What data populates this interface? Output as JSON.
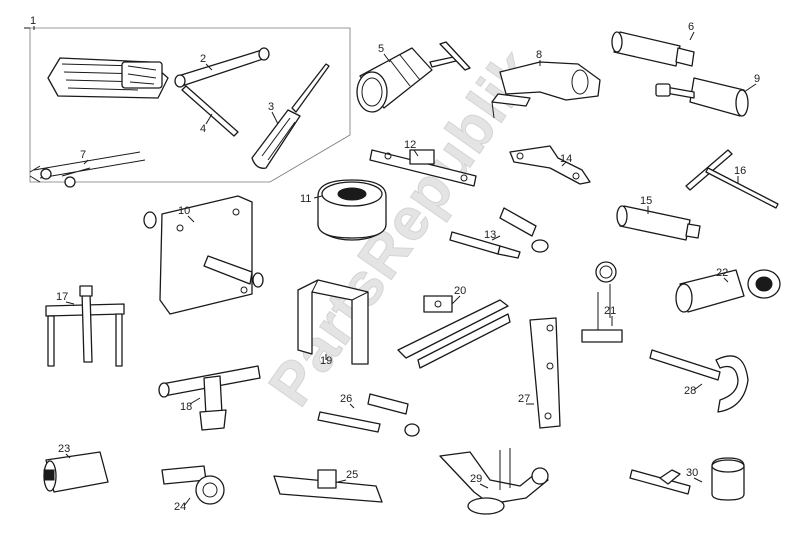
{
  "watermark": "PartsRepublik",
  "part_numbers": {
    "p1": "1",
    "p2": "2",
    "p3": "3",
    "p4": "4",
    "p5": "5",
    "p6": "6",
    "p7": "7",
    "p8": "8",
    "p9": "9",
    "p10": "10",
    "p11": "11",
    "p12": "12",
    "p13": "13",
    "p14": "14",
    "p15": "15",
    "p16": "16",
    "p17": "17",
    "p18": "18",
    "p19": "19",
    "p20": "20",
    "p21": "21",
    "p22": "22",
    "p23": "23",
    "p24": "24",
    "p25": "25",
    "p26": "26",
    "p27": "27",
    "p28": "28",
    "p29": "29",
    "p30": "30"
  },
  "icons": [
    "tool-pouch-icon",
    "box-wrench-icon",
    "screwdriver-icon",
    "socket-tool-icon",
    "cylinder-tool-icon",
    "dial-gauge-icon"
  ]
}
